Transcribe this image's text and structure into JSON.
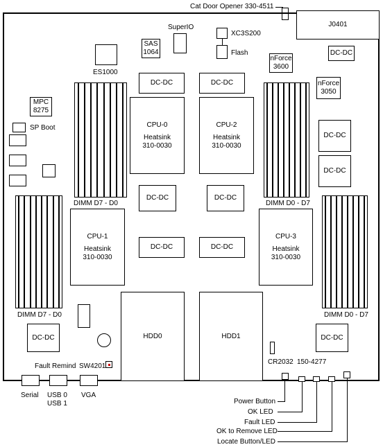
{
  "board": {
    "cat_door_opener": "Cat Door Opener 330-4511",
    "superio": "SuperIO",
    "xc3s200": "XC3S200",
    "flash": "Flash",
    "j0401": "J0401",
    "dcdc": "DC-DC",
    "sas": [
      "SAS",
      "1064"
    ],
    "es1000": "ES1000",
    "nforce3600": [
      "nForce",
      "3600"
    ],
    "nforce3050": [
      "nForce",
      "3050"
    ],
    "mpc": [
      "MPC",
      "8275"
    ],
    "sp_boot": "SP Boot",
    "cpu0": [
      "CPU-0",
      "Heatsink",
      "310-0030"
    ],
    "cpu1": [
      "CPU-1",
      "Heatsink",
      "310-0030"
    ],
    "cpu2": [
      "CPU-2",
      "Heatsink",
      "310-0030"
    ],
    "cpu3": [
      "CPU-3",
      "Heatsink",
      "310-0030"
    ],
    "dimm_d7_d0": "DIMM D7 - D0",
    "dimm_d0_d7": "DIMM D0 - D7",
    "hdd0": "HDD0",
    "hdd1": "HDD1",
    "cr2032": "CR2032",
    "part_150": "150-4277",
    "fault_remind": "Fault  Remind",
    "sw4201": "SW4201"
  },
  "rear_ports": {
    "serial": "Serial",
    "usb0": "USB 0",
    "usb1": "USB 1",
    "vga": "VGA"
  },
  "front_panel": {
    "power_button": "Power Button",
    "ok_led": "OK LED",
    "fault_led": "Fault LED",
    "ok_to_remove_led": "OK to Remove LED",
    "locate_button_led": "Locate Button/LED"
  }
}
